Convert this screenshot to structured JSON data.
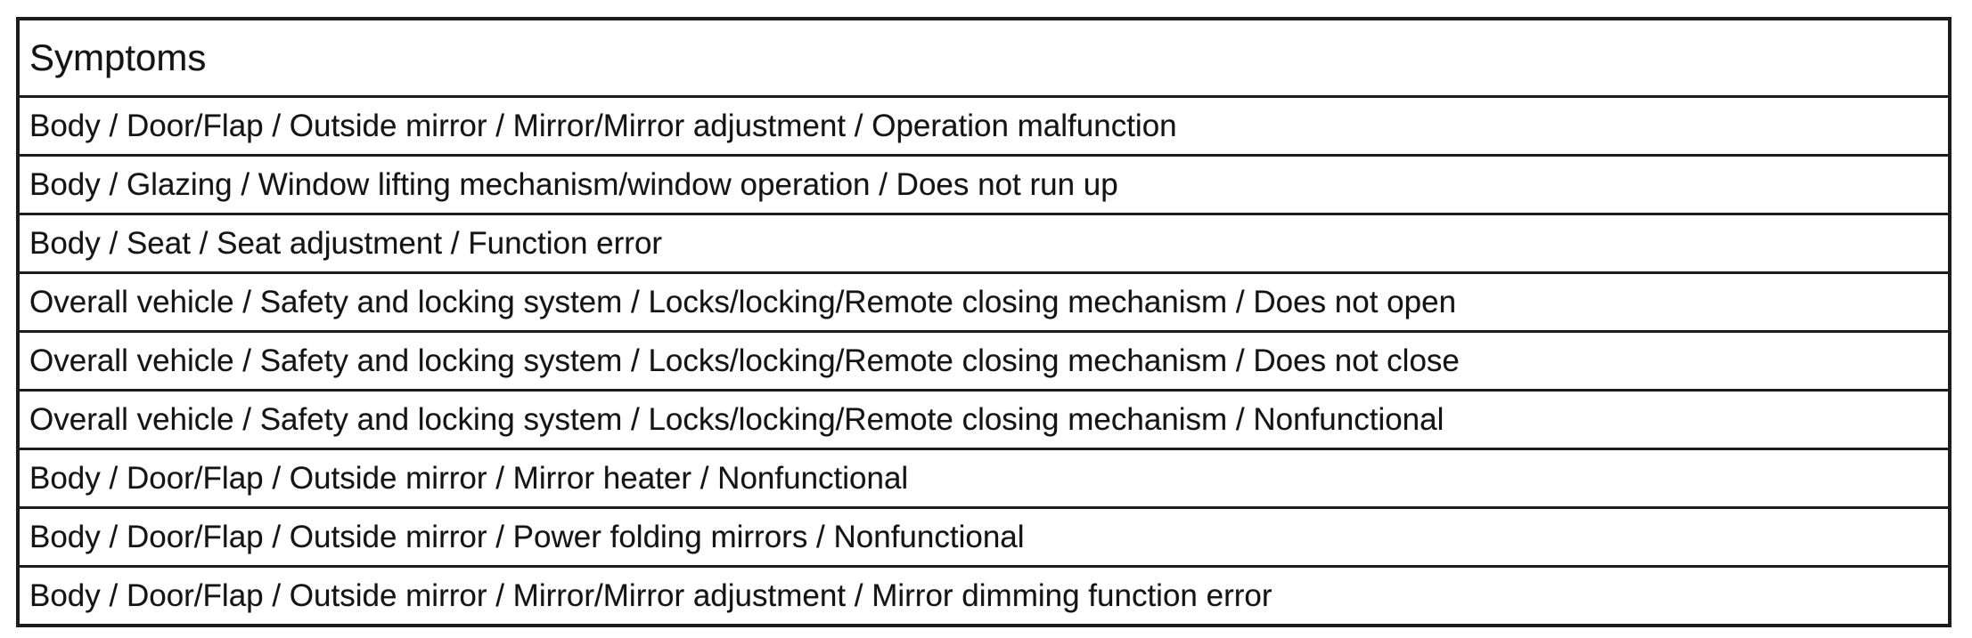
{
  "colors": {
    "border": "#1c1c1c",
    "text": "#141414",
    "background": "#ffffff"
  },
  "table": {
    "header": "Symptoms",
    "rows": [
      "Body / Door/Flap / Outside mirror / Mirror/Mirror adjustment / Operation malfunction",
      "Body / Glazing / Window lifting mechanism/window operation / Does not run up",
      "Body / Seat / Seat adjustment / Function error",
      "Overall vehicle / Safety and locking system / Locks/locking/Remote closing mechanism / Does not open",
      "Overall vehicle / Safety and locking system / Locks/locking/Remote closing mechanism / Does not close",
      "Overall vehicle / Safety and locking system / Locks/locking/Remote closing mechanism / Nonfunctional",
      "Body / Door/Flap / Outside mirror / Mirror heater / Nonfunctional",
      "Body / Door/Flap / Outside mirror / Power folding mirrors / Nonfunctional",
      "Body / Door/Flap / Outside mirror / Mirror/Mirror adjustment / Mirror dimming function error"
    ]
  }
}
